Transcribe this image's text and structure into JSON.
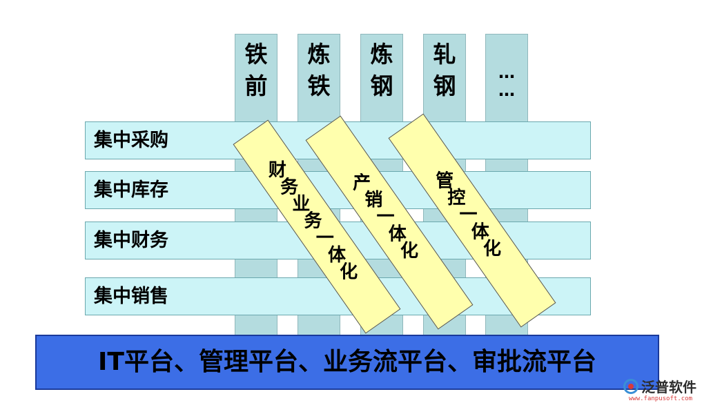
{
  "columns": [
    {
      "line1": "铁",
      "line2": "前"
    },
    {
      "line1": "炼",
      "line2": "铁"
    },
    {
      "line1": "炼",
      "line2": "钢"
    },
    {
      "line1": "轧",
      "line2": "钢"
    },
    {
      "line1": "…",
      "line2": "…"
    }
  ],
  "rows": [
    "集中采购",
    "集中库存",
    "集中财务",
    "集中销售"
  ],
  "bands": [
    {
      "chars": [
        "财",
        "务",
        "业",
        "务",
        "一",
        "体",
        "化"
      ]
    },
    {
      "chars": [
        "产",
        "销",
        "一",
        "体",
        "化"
      ]
    },
    {
      "chars": [
        "管",
        "控",
        "一",
        "体",
        "化"
      ]
    }
  ],
  "platform": "IT平台、管理平台、业务流平台、审批流平台",
  "logo": {
    "text": "泛普软件",
    "url": "www.fanpusoft.com"
  },
  "colors": {
    "column": "#b4dcdf",
    "row": "#ccf4f7",
    "band": "#ffffad",
    "platform": "#3c6ee6"
  }
}
